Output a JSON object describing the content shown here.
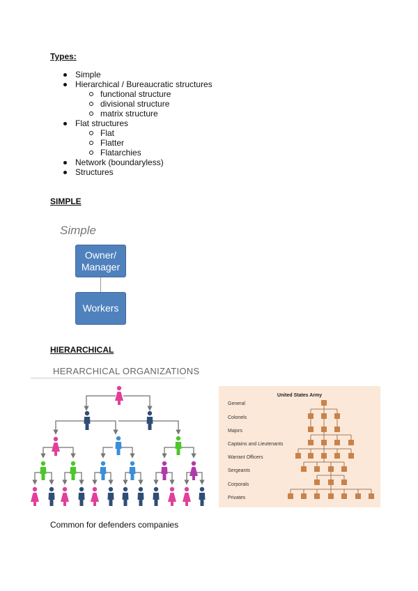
{
  "types": {
    "heading": "Types:",
    "items": [
      {
        "label": "Simple",
        "sub": []
      },
      {
        "label": "Hierarchical / Bureaucratic structures",
        "sub": [
          "functional structure",
          "divisional structure",
          "matrix structure"
        ]
      },
      {
        "label": "Flat structures",
        "sub": [
          "Flat",
          "Flatter",
          "Flatarchies"
        ]
      },
      {
        "label": "Network (boundaryless)",
        "sub": []
      },
      {
        "label": "Structures",
        "sub": []
      }
    ]
  },
  "simple": {
    "heading": "SIMPLE",
    "diagram_title": "Simple",
    "top_box": "Owner/\nManager",
    "bottom_box": "Workers",
    "box_color": "#4f81bd"
  },
  "hierarchical": {
    "heading": "HIERARCHICAL",
    "org_title": "HERARCHICAL ORGANIZATIONS",
    "colors": {
      "pink": "#e0409a",
      "navy": "#2f4e75",
      "green": "#4cc62a",
      "blue": "#3a8fd8",
      "purple": "#b03aa8"
    },
    "army": {
      "title": "United States Army",
      "ranks": [
        "General",
        "Colonels",
        "Majors",
        "Captains and Lieutenants",
        "Warrant Officers",
        "Sergeants",
        "Corporals",
        "Privates"
      ],
      "square_color": "#c8824a"
    },
    "caption": "Common for defenders companies"
  }
}
